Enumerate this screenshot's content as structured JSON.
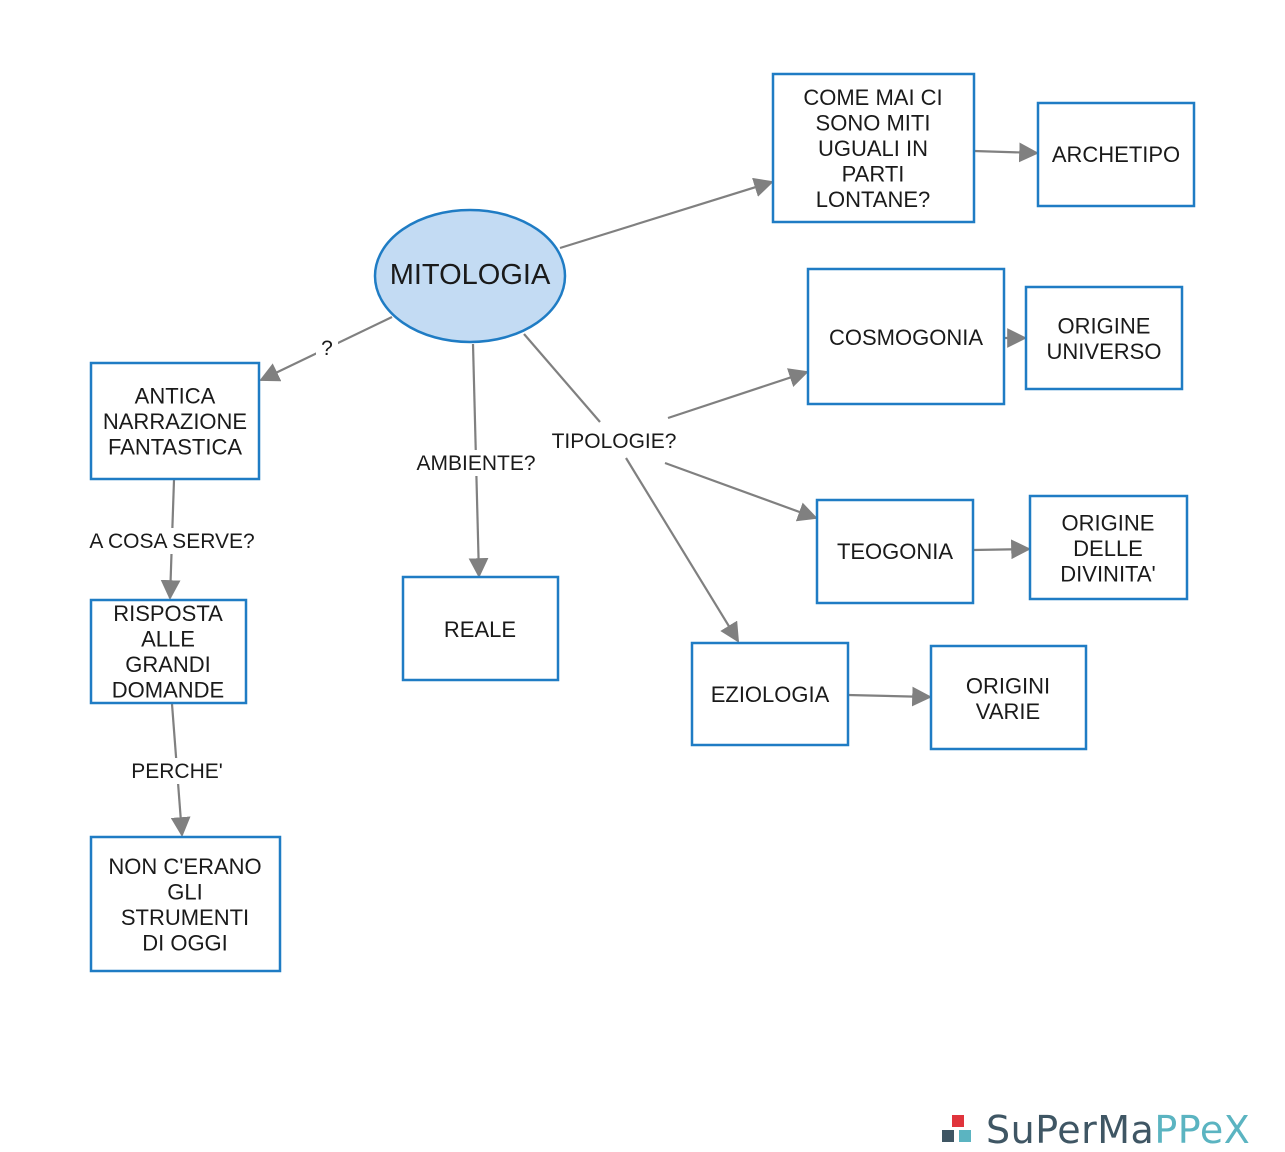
{
  "diagram": {
    "root": {
      "lines": [
        "MITOLOGIA"
      ]
    },
    "nodes": {
      "come_mai": {
        "lines": [
          "COME MAI CI",
          "SONO MITI",
          "UGUALI IN",
          "PARTI",
          "LONTANE?"
        ]
      },
      "archetipo": {
        "lines": [
          "ARCHETIPO"
        ]
      },
      "cosmogonia": {
        "lines": [
          "COSMOGONIA"
        ]
      },
      "origine_universo": {
        "lines": [
          "ORIGINE",
          "UNIVERSO"
        ]
      },
      "antica": {
        "lines": [
          "ANTICA",
          "NARRAZIONE",
          "FANTASTICA"
        ]
      },
      "teogonia": {
        "lines": [
          "TEOGONIA"
        ]
      },
      "origine_divinita": {
        "lines": [
          "ORIGINE",
          "DELLE",
          "DIVINITA'"
        ]
      },
      "risposta": {
        "lines": [
          "RISPOSTA",
          "ALLE",
          "GRANDI",
          "DOMANDE"
        ]
      },
      "reale": {
        "lines": [
          "REALE"
        ]
      },
      "eziologia": {
        "lines": [
          "EZIOLOGIA"
        ]
      },
      "origini_varie": {
        "lines": [
          "ORIGINI",
          "VARIE"
        ]
      },
      "non_cerano": {
        "lines": [
          "NON C'ERANO",
          "GLI",
          "STRUMENTI",
          "DI OGGI"
        ]
      }
    },
    "edge_labels": {
      "question": "?",
      "ambiente": "AMBIENTE?",
      "tipologie": "TIPOLOGIE?",
      "a_cosa_serve": "A COSA SERVE?",
      "perche": "PERCHE'"
    },
    "colors": {
      "node_border": "#1f7cc4",
      "root_fill": "#c3dbf3",
      "edge": "#808080"
    }
  },
  "branding": {
    "logo_prefix": "SuPerMa",
    "logo_accent": "PPeX",
    "logo_icon": "supermappex-logo-icon"
  }
}
